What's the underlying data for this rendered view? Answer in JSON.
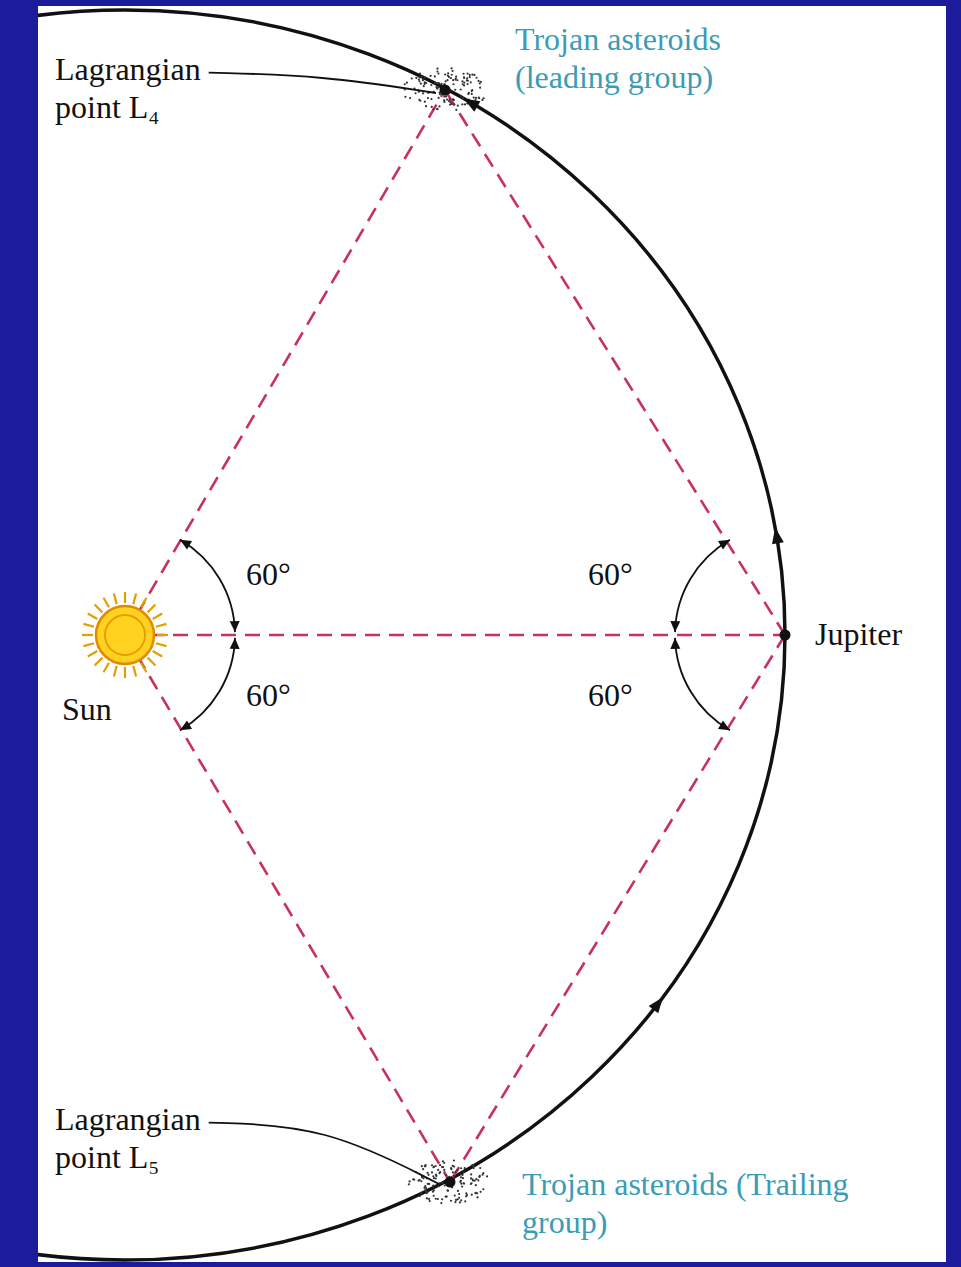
{
  "diagram": {
    "labels": [
      "Trojan asteroids (leading group)",
      "Lagrangian point L₄",
      "60°",
      "60°",
      "Sun",
      "60°",
      "60°",
      "Jupiter",
      "Lagrangian point L₅",
      "Trojan asteroids (Trailing group)"
    ]
  }
}
